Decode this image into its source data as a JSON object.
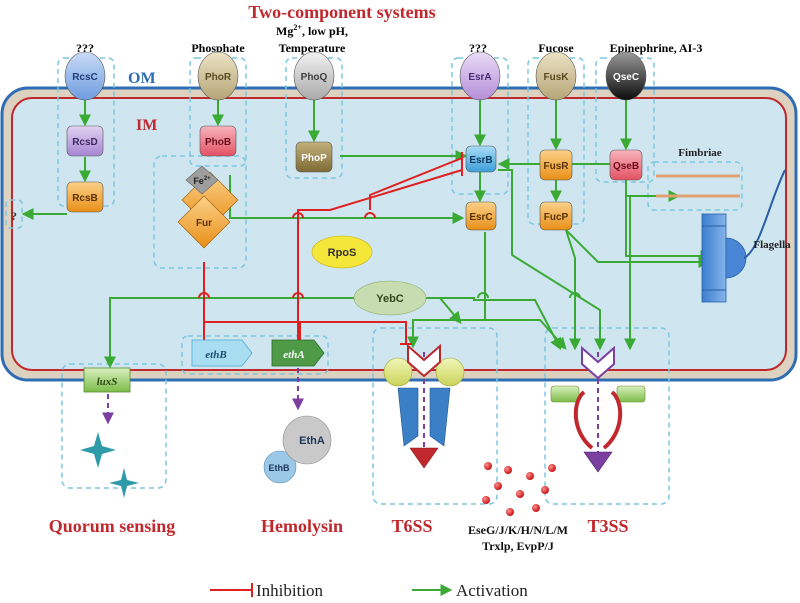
{
  "title": "Two-component systems",
  "membranes": {
    "om": "OM",
    "im": "IM"
  },
  "signals": {
    "rcs": "???",
    "pho": "Phosphate",
    "phoq_line1": "Mg",
    "phoq_sup": "2+",
    "phoq_line1_tail": ", low pH,",
    "phoq_line2": "Temperature",
    "esr": "???",
    "fus": "Fucose",
    "qse": "Epinephrine, AI-3"
  },
  "proteins": {
    "rcsc": "RcsC",
    "rcsd": "RcsD",
    "rcsb": "RcsB",
    "phor": "PhoR",
    "phob": "PhoB",
    "phoq": "PhoQ",
    "phop": "PhoP",
    "esra": "EsrA",
    "esrb": "EsrB",
    "esrc": "EsrC",
    "fusk": "FusK",
    "fusr": "FusR",
    "fucp": "FucP",
    "qsec": "QseC",
    "qseb": "QseB",
    "fe": "Fe",
    "fe_sup": "2+",
    "fur": "Fur",
    "rpos": "RpoS",
    "yebc": "YebC",
    "luxs": "luxS",
    "ethb_gene": "ethB",
    "etha_gene": "ethA",
    "etha_protein": "EthA",
    "ethb_protein": "EthB",
    "unknown": "?"
  },
  "structures": {
    "fimbriae": "Fimbriae",
    "flagella": "Flagella"
  },
  "outputs": {
    "quorum": "Quorum sensing",
    "hemolysin": "Hemolysin",
    "t6ss": "T6SS",
    "t3ss": "T3SS",
    "effectors_line1": "EseG/J/K/H/N/L/M",
    "effectors_line2": "Trxlp, EvpP/J"
  },
  "legend": {
    "inhibition": "Inhibition",
    "activation": "Activation"
  },
  "colors": {
    "title": "#c0282d",
    "om_label": "#2e6db4",
    "im_label": "#c0282d",
    "inhibition": "#e02020",
    "activation": "#3aaa35",
    "cytoplasm": "#cfe6f0",
    "periplasm": "#ddd2c0",
    "dashed_box": "#7cc7e0",
    "transport": "#7b3fa0"
  }
}
